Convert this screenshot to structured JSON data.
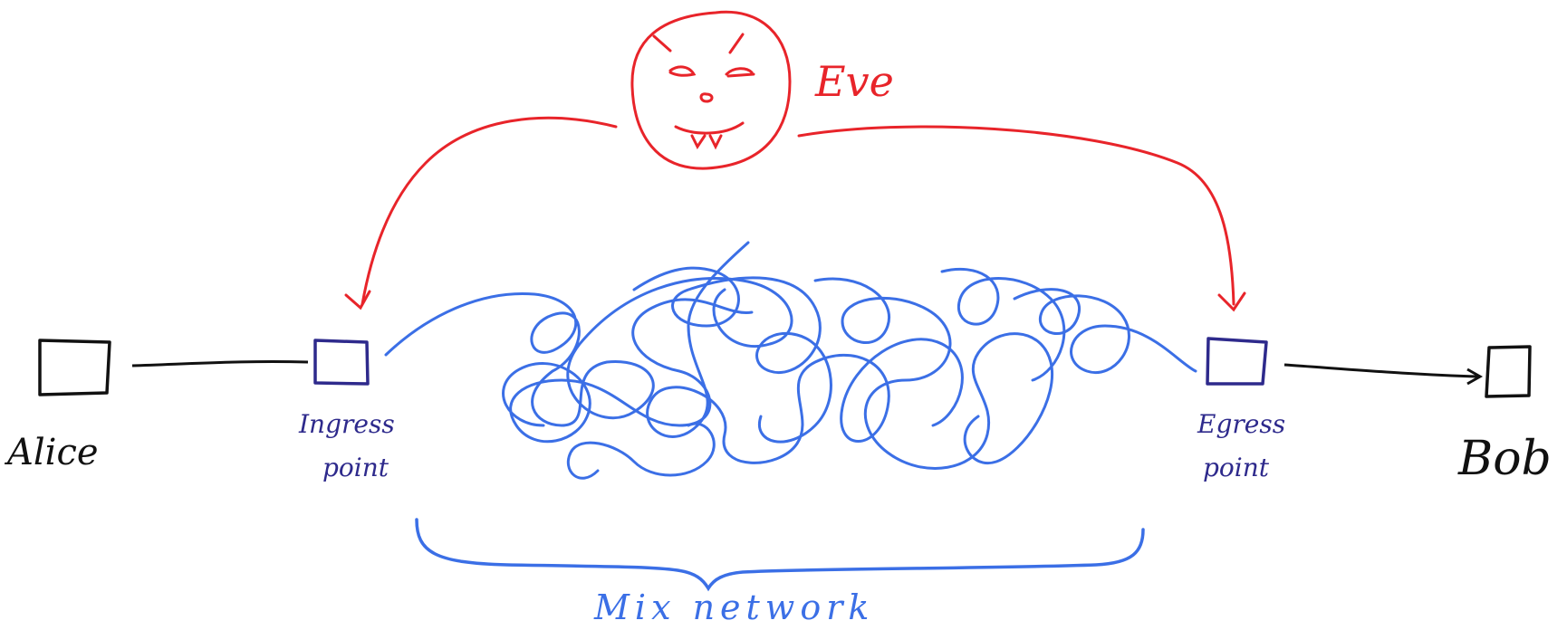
{
  "nodes": {
    "alice": "Alice",
    "bob": "Bob",
    "ingress": {
      "line1": "Ingress",
      "line2": "point"
    },
    "egress": {
      "line1": "Egress",
      "line2": "point"
    }
  },
  "adversary": "Eve",
  "network_label": "Mix network",
  "colors": {
    "endpoint": "#111111",
    "mix_point": "#2e2a8c",
    "network": "#3b6fe6",
    "adversary": "#e8242a"
  }
}
